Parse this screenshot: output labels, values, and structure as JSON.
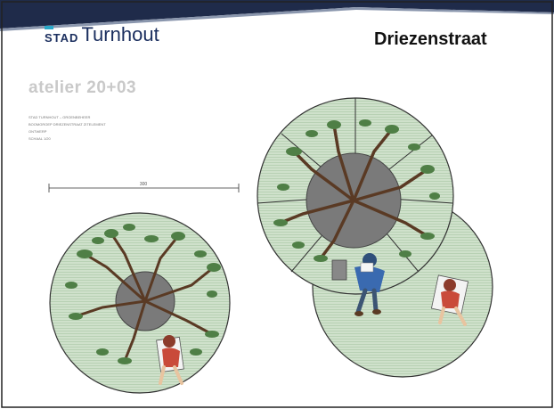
{
  "slide": {
    "logo_prefix": "STAD",
    "logo_name": "Turnhout",
    "title": "Driezenstraat",
    "firm": "atelier 20+03",
    "plan_notes": [
      "STAD TURNHOUT – GROENBEHEER",
      "BOOMGROEP DRIEZENSTRAAT ZITELEMENT",
      "ONTWERP",
      "SCHAAL 1/20"
    ],
    "dimension_label": "300"
  },
  "colors": {
    "brand_navy": "#1a2e5e",
    "brand_cyan": "#2aa8c9",
    "ground_green": "#c8dcc4",
    "tree_grey": "#7a7a7a",
    "leaf_green": "#5a8a4e",
    "trunk_brown": "#5a3a24"
  },
  "icons": [
    "tree-canopy-illustration",
    "person-sitting-illustration",
    "person-reading-illustration",
    "bench-plank-lines"
  ]
}
